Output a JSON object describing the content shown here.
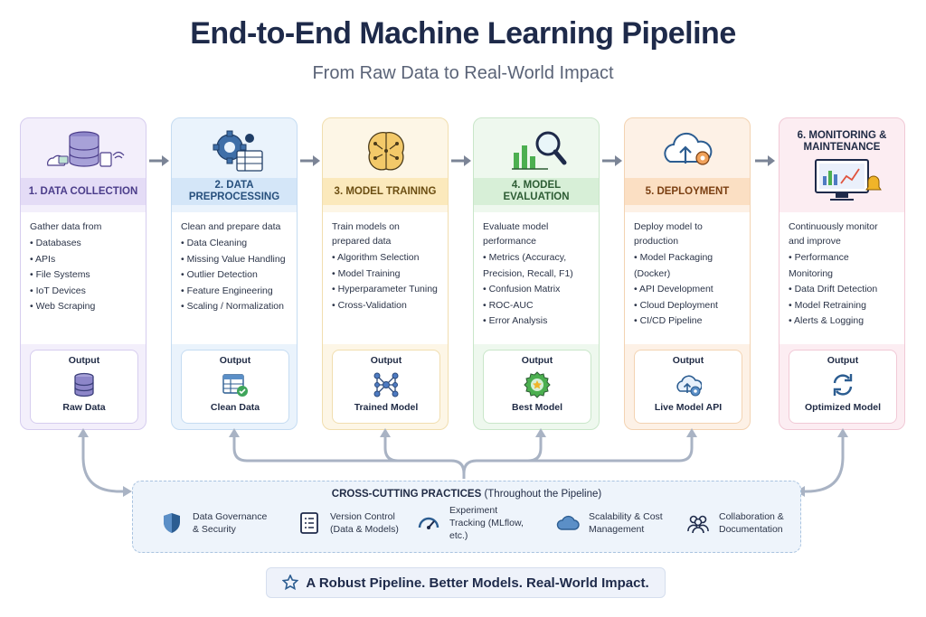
{
  "title": "End-to-End Machine Learning Pipeline",
  "subtitle": "From Raw Data to Real-World Impact",
  "stages": [
    {
      "header": "1. DATA COLLECTION",
      "intro": "Gather data from",
      "items": [
        "Databases",
        "APIs",
        "File Systems",
        "IoT Devices",
        "Web Scraping"
      ],
      "output_label": "Output",
      "output_name": "Raw Data",
      "icon": "database-icon",
      "output_icon": "database-icon"
    },
    {
      "header": "2. DATA PREPROCESSING",
      "intro": "Clean and prepare data",
      "items": [
        "Data Cleaning",
        "Missing Value Handling",
        "Outlier Detection",
        "Feature Engineering",
        "Scaling / Normalization"
      ],
      "output_label": "Output",
      "output_name": "Clean Data",
      "icon": "gear-table-icon",
      "output_icon": "table-check-icon"
    },
    {
      "header": "3. MODEL TRAINING",
      "intro": "Train models on prepared data",
      "items": [
        "Algorithm Selection",
        "Model Training",
        "Hyperparameter Tuning",
        "Cross-Validation"
      ],
      "output_label": "Output",
      "output_name": "Trained Model",
      "icon": "brain-icon",
      "output_icon": "network-icon"
    },
    {
      "header": "4. MODEL EVALUATION",
      "intro": "Evaluate model performance",
      "items": [
        "Metrics (Accuracy, Precision, Recall, F1)",
        "Confusion Matrix",
        "ROC-AUC",
        "Error Analysis"
      ],
      "output_label": "Output",
      "output_name": "Best Model",
      "icon": "chart-magnifier-icon",
      "output_icon": "badge-icon"
    },
    {
      "header": "5. DEPLOYMENT",
      "intro": "Deploy model to production",
      "items": [
        "Model Packaging (Docker)",
        "API Development",
        "Cloud Deployment",
        "CI/CD Pipeline"
      ],
      "output_label": "Output",
      "output_name": "Live Model API",
      "icon": "cloud-upload-icon",
      "output_icon": "cloud-gear-icon"
    },
    {
      "header": "6. MONITORING & MAINTENANCE",
      "intro": "Continuously monitor and improve",
      "items": [
        "Performance Monitoring",
        "Data Drift Detection",
        "Model Retraining",
        "Alerts & Logging"
      ],
      "output_label": "Output",
      "output_name": "Optimized Model",
      "icon": "monitor-dashboard-icon",
      "output_icon": "refresh-icon"
    }
  ],
  "practices": {
    "title_bold": "CROSS-CUTTING PRACTICES",
    "title_rest": " (Throughout the Pipeline)",
    "items": [
      {
        "label": "Data Governance & Security",
        "icon": "shield-icon"
      },
      {
        "label": "Version Control (Data & Models)",
        "icon": "checklist-icon"
      },
      {
        "label": "Experiment Tracking (MLflow, etc.)",
        "icon": "gauge-icon"
      },
      {
        "label": "Scalability & Cost Management",
        "icon": "cloud-icon"
      },
      {
        "label": "Collaboration & Documentation",
        "icon": "team-icon"
      }
    ]
  },
  "footer": "A Robust Pipeline. Better Models. Real-World Impact.",
  "colors": {
    "arrow": "#7b8496",
    "connector": "#a9b3c4",
    "title": "#1e2a4a"
  }
}
